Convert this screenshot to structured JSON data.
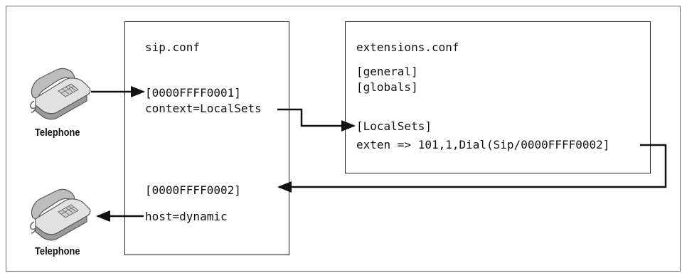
{
  "phones": {
    "top_label": "Telephone",
    "bottom_label": "Telephone"
  },
  "sip_conf": {
    "title": "sip.conf",
    "peer1_header": "[0000FFFF0001]",
    "peer1_context": "context=LocalSets",
    "peer2_header": "[0000FFFF0002]",
    "peer2_host": "host=dynamic"
  },
  "extensions_conf": {
    "title": "extensions.conf",
    "general": "[general]",
    "globals": "[globals]",
    "localsets": "[LocalSets]",
    "exten": "exten => 101,1,Dial(Sip/0000FFFF0002]"
  },
  "colors": {
    "line": "#111111",
    "phone_body": "#d9d9d9",
    "phone_shade": "#9a9a9a"
  }
}
